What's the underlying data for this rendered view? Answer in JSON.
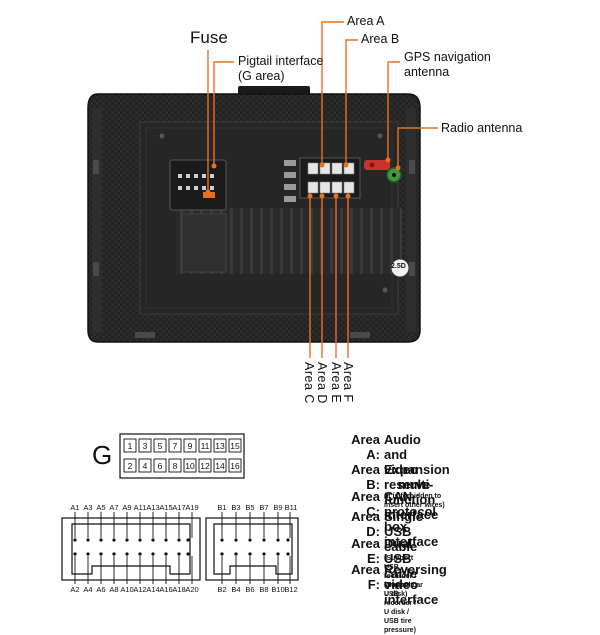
{
  "colors": {
    "accent": "#e8701f",
    "device_body": "#1f1f1f",
    "gps_connector": "#c9332e",
    "radio_connector": "#3f9a3d"
  },
  "callouts": {
    "fuse": "Fuse",
    "pigtail_line1": "Pigtail interface",
    "pigtail_line2": "(G area)",
    "area_a": "Area A",
    "area_b": "Area B",
    "gps_line1": "GPS navigation",
    "gps_line2": "antenna",
    "radio": "Radio antenna",
    "area_c": "Area C",
    "area_d": "Area D",
    "area_e": "Area E",
    "area_f": "Area F",
    "sticker": "2.5D"
  },
  "g_connector": {
    "letter": "G",
    "top_row": [
      "1",
      "3",
      "5",
      "7",
      "9",
      "11",
      "13",
      "15"
    ],
    "bottom_row": [
      "2",
      "4",
      "6",
      "8",
      "10",
      "12",
      "14",
      "16"
    ]
  },
  "a_connector": {
    "top_pins": [
      "A1",
      "A3",
      "A5",
      "A7",
      "A9",
      "A11",
      "A13",
      "A15",
      "A17",
      "A19"
    ],
    "bottom_pins": [
      "A2",
      "A4",
      "A6",
      "A8",
      "A10",
      "A12",
      "A14",
      "A16",
      "A18",
      "A20"
    ]
  },
  "b_connector": {
    "top_pins": [
      "B1",
      "B3",
      "B5",
      "B7",
      "B9",
      "B11"
    ],
    "bottom_pins": [
      "B2",
      "B4",
      "B6",
      "B8",
      "B10",
      "B12"
    ]
  },
  "legend": [
    {
      "key": "Area A:",
      "text": "Audio and video",
      "text2": "multi-function interface",
      "sub": ""
    },
    {
      "key": "Area B:",
      "text": "Expansion reserve",
      "text2": "",
      "sub": "(It is forbidden to insert other wires)"
    },
    {
      "key": "Area C:",
      "text": "CAN protocol box interface",
      "text2": "",
      "sub": ""
    },
    {
      "key": "Area D:",
      "text": "Single USB cable",
      "text2": "",
      "sub": "(Support USB recorder / Original car U disk)"
    },
    {
      "key": "Area E:",
      "text": "Dual USB cable",
      "text2": "",
      "sub": "(Support USB recorder / U disk / USB tire pressure)"
    },
    {
      "key": "Area F:",
      "text": "Reversing video interface",
      "text2": "",
      "sub": ""
    }
  ]
}
